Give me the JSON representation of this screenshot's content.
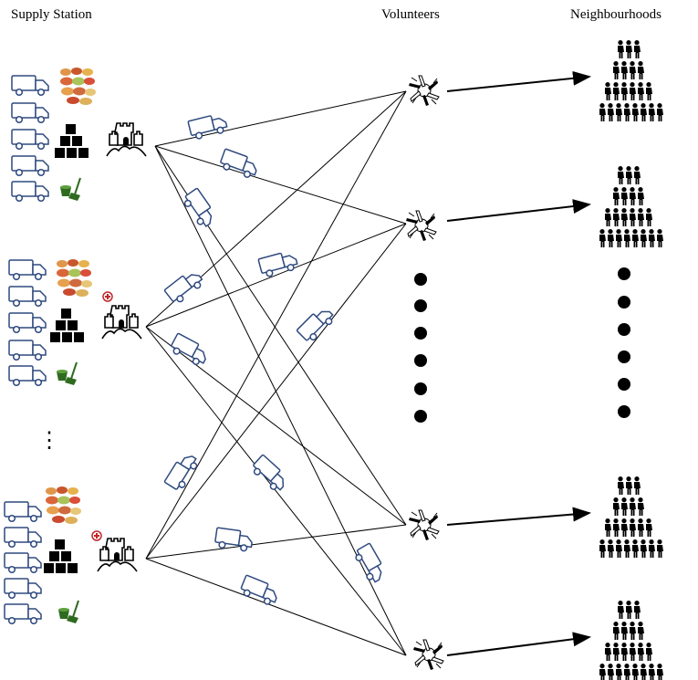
{
  "headers": {
    "supply": "Supply Station",
    "volunteers": "Volunteers",
    "neighbourhoods": "Neighbourhoods"
  },
  "colors": {
    "truck": "#2f4a7f",
    "food_icon": "#e0964a",
    "broom": "#2e6b1f",
    "medical": "#c0272d",
    "line": "#000000"
  },
  "stations": [
    {
      "name": "station-1",
      "has_medical": false
    },
    {
      "name": "station-2",
      "has_medical": true
    },
    {
      "name": "station-3",
      "has_medical": true
    }
  ],
  "volunteer_count_shown": 4,
  "neighbourhood_count_shown": 4,
  "ellipsis": "⋮"
}
